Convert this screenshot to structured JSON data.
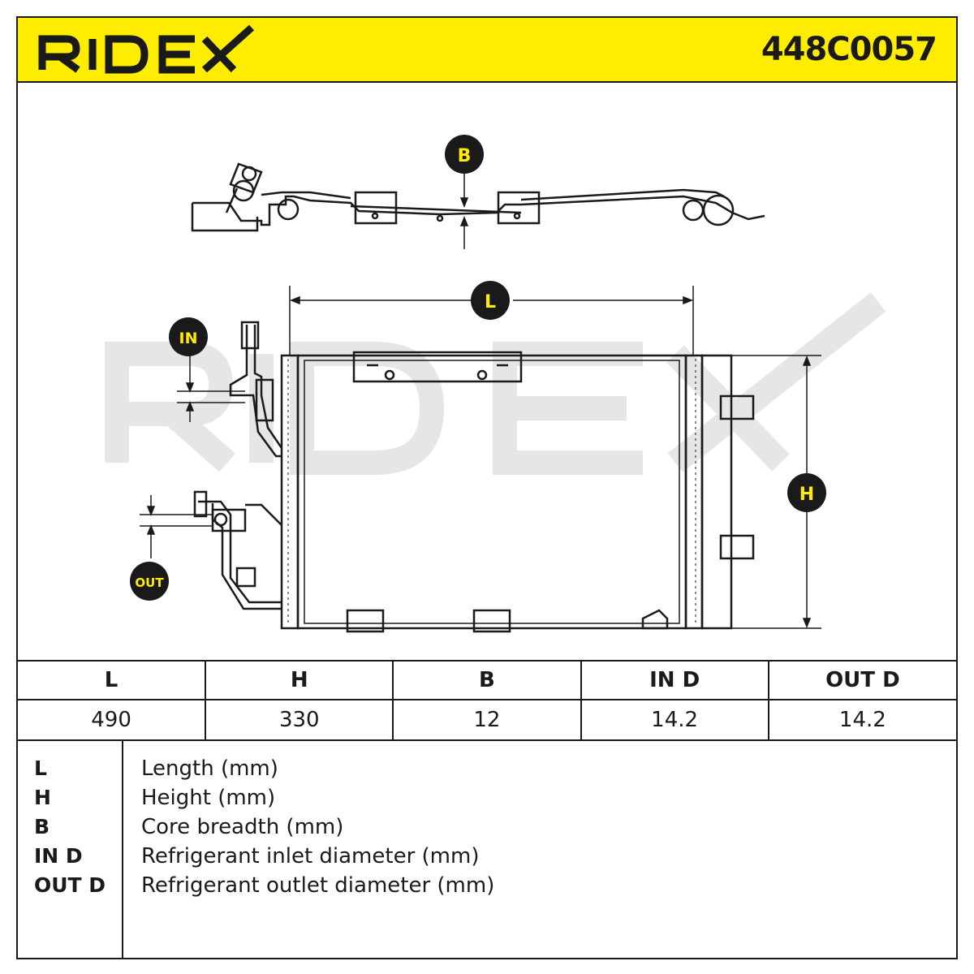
{
  "header": {
    "brand": "RIDEX",
    "part_number": "448C0057",
    "background_color": "#ffed00"
  },
  "drawing": {
    "watermark": "RIDEX",
    "labels": {
      "b": "B",
      "l": "L",
      "h": "H",
      "in": "IN",
      "out": "OUT"
    }
  },
  "specs": {
    "headers": [
      "L",
      "H",
      "B",
      "IN D",
      "OUT D"
    ],
    "values": [
      "490",
      "330",
      "12",
      "14.2",
      "14.2"
    ]
  },
  "legend": [
    {
      "key": "L",
      "description": "Length (mm)"
    },
    {
      "key": "H",
      "description": "Height (mm)"
    },
    {
      "key": "B",
      "description": "Core breadth (mm)"
    },
    {
      "key": "IN D",
      "description": "Refrigerant inlet diameter (mm)"
    },
    {
      "key": "OUT D",
      "description": "Refrigerant outlet diameter (mm)"
    }
  ]
}
